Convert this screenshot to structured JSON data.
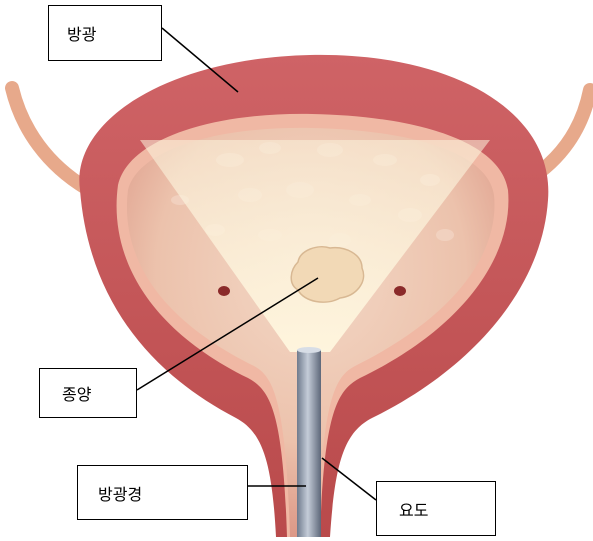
{
  "labels": {
    "bladder": "방광",
    "tumor": "종양",
    "cystoscope": "방광경",
    "urethra": "요도"
  },
  "colors": {
    "tissue_outer": "#c9585a",
    "tissue_dark": "#a8413f",
    "lining": "#f0b8a4",
    "cavity": "#eec9b4",
    "light_beam": "#fbf1d2",
    "scope_metal": "#8c97a8",
    "ureter": "#e7a98b"
  }
}
